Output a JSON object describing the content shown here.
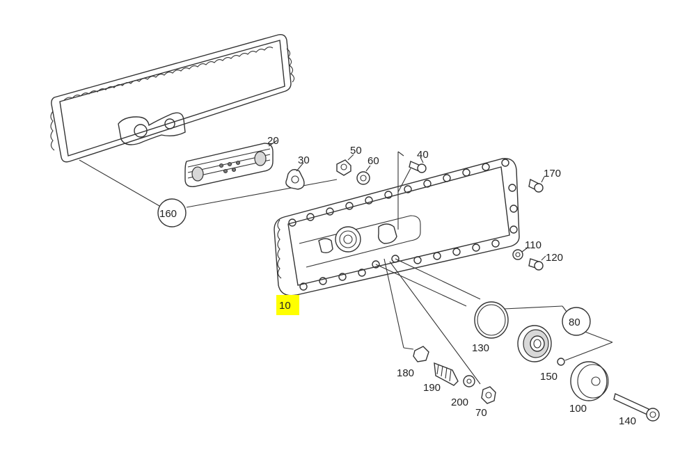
{
  "diagram": {
    "highlight_color": "#ffff00",
    "callouts": {
      "p10": "10",
      "p20": "20",
      "p30": "30",
      "p40": "40",
      "p50": "50",
      "p60": "60",
      "p70": "70",
      "p80": "80",
      "p100": "100",
      "p110": "110",
      "p120": "120",
      "p130": "130",
      "p140": "140",
      "p150": "150",
      "p160": "160",
      "p170": "170",
      "p180": "180",
      "p190": "190",
      "p200": "200"
    }
  }
}
